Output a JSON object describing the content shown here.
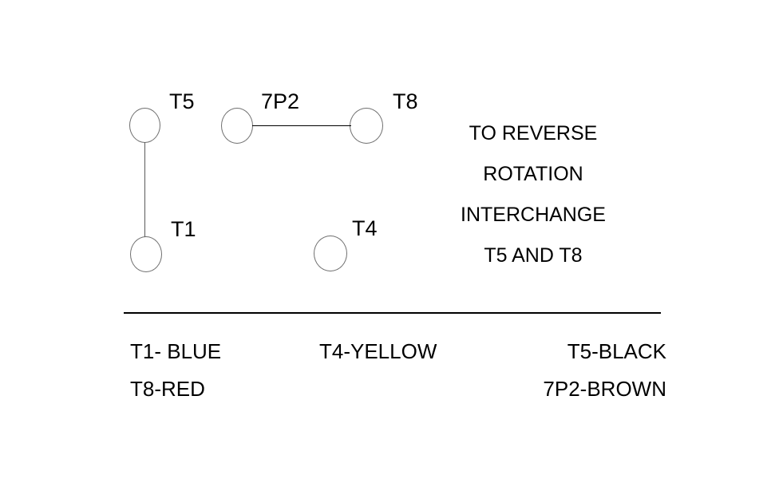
{
  "diagram": {
    "terminals": [
      {
        "id": "t5",
        "label": "T5"
      },
      {
        "id": "7p2",
        "label": "7P2"
      },
      {
        "id": "t8",
        "label": "T8"
      },
      {
        "id": "t1",
        "label": "T1"
      },
      {
        "id": "t4",
        "label": "T4"
      }
    ],
    "connections": [
      {
        "id": "t5-t1",
        "from": "T5",
        "to": "T1",
        "orientation": "vertical"
      },
      {
        "id": "7p2-t8",
        "from": "7P2",
        "to": "T8",
        "orientation": "horizontal"
      }
    ]
  },
  "note": {
    "lines": [
      "TO REVERSE",
      "ROTATION",
      "INTERCHANGE",
      "T5 AND T8"
    ]
  },
  "legend": {
    "items": [
      {
        "id": "t1",
        "text": "T1- BLUE"
      },
      {
        "id": "t8",
        "text": "T8-RED"
      },
      {
        "id": "t4",
        "text": "T4-YELLOW"
      },
      {
        "id": "t5",
        "text": "T5-BLACK"
      },
      {
        "id": "7p2",
        "text": "7P2-BROWN"
      }
    ]
  },
  "colors": {
    "background": "#ffffff",
    "ink": "#000000",
    "circle_stroke": "#6f6f6f",
    "wire": "#5a5a5a"
  }
}
